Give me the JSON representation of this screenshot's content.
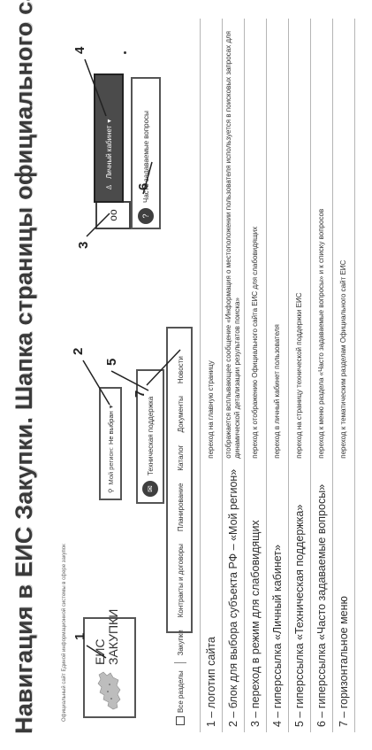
{
  "title": "Навигация в ЕИС Закупки. Шапка страницы официального сайта ЕИС",
  "header": {
    "tagline": "Официальный сайт Единой информационной системы в сфере закупок",
    "logo_line1": "ЕИС",
    "logo_line2": "ЗАКУПКИ",
    "region_label": "Мой регион:",
    "region_value": "Не выбран",
    "support_label": "Техническая поддержка",
    "faq_label": "Часто задаваемые вопросы",
    "vision_symbol": "👓",
    "cabinet_label": "Личный кабинет",
    "menu": {
      "all_sections": "Все разделы",
      "items": [
        "Закупки",
        "Контракты и договоры",
        "Планирование",
        "Каталог",
        "Документы",
        "Новости"
      ]
    }
  },
  "callouts": [
    "1",
    "2",
    "3",
    "4",
    "5",
    "6",
    "7"
  ],
  "legend": [
    {
      "key": "1 – логотип сайта",
      "value": "переход на главную страницу"
    },
    {
      "key": "2 – блок для выбора субъекта РФ – «Мой регион»",
      "value": "отображается всплывающее сообщение «Информация о местоположении пользователя используется в поисковых запросах для динамической детализации результатов поиска»"
    },
    {
      "key": "3 – переход в режим для слабовидящих",
      "value": "переход к отображению Официального сайта ЕИС для слабовидящих"
    },
    {
      "key": "4 – гиперссылка «Личный кабинет»",
      "value": "переход в личный кабинет пользователя"
    },
    {
      "key": "5 – гиперссылка «Техническая поддержка»",
      "value": "переход на страницу технической поддержки ЕИС"
    },
    {
      "key": "6 – гиперссылка «Часто задаваемые вопросы»",
      "value": "переход к меню раздела «Часто задаваемые вопросы» и к списку вопросов"
    },
    {
      "key": "7 – горизонтальное меню",
      "value": "переход к тематическим разделам Официального сайт ЕИС"
    }
  ]
}
